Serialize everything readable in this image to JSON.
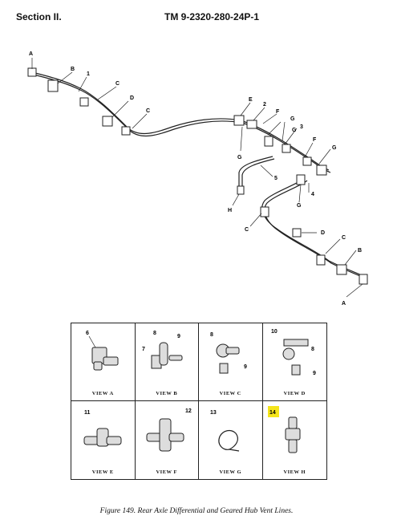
{
  "header": {
    "section": "Section II.",
    "tm": "TM 9-2320-280-24P-1"
  },
  "callouts": {
    "a_top": "A",
    "b_top": "B",
    "one": "1",
    "c_top": "C",
    "d_top": "D",
    "c2_top": "C",
    "e": "E",
    "two": "2",
    "f1": "F",
    "g1": "G",
    "three": "3",
    "g2": "G",
    "f2": "F",
    "g3": "G",
    "five": "5",
    "four": "4",
    "h": "H",
    "g4": "G",
    "c_bot": "C",
    "d_bot": "D",
    "c2_bot": "C",
    "b_bot": "B",
    "a_bot": "A"
  },
  "views": [
    {
      "label": "VIEW A",
      "items": [
        "6"
      ]
    },
    {
      "label": "VIEW B",
      "items": [
        "8",
        "9",
        "7"
      ]
    },
    {
      "label": "VIEW C",
      "items": [
        "8",
        "9"
      ]
    },
    {
      "label": "VIEW D",
      "items": [
        "10",
        "8",
        "9"
      ]
    },
    {
      "label": "VIEW E",
      "items": [
        "11"
      ]
    },
    {
      "label": "VIEW F",
      "items": [
        "12"
      ]
    },
    {
      "label": "VIEW G",
      "items": [
        "13"
      ]
    },
    {
      "label": "VIEW H",
      "items": [
        "14"
      ]
    }
  ],
  "highlight_color": "#f5e51a",
  "caption": "Figure 149.  Rear Axle Differential and Geared Hub Vent Lines."
}
